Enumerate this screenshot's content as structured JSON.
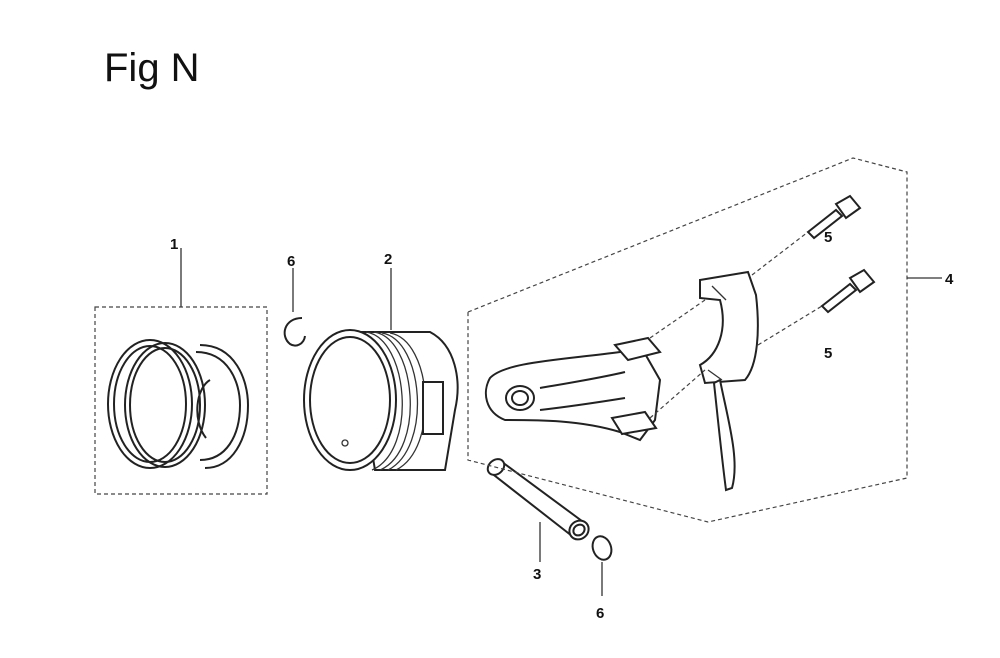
{
  "figure": {
    "title": "Fig N"
  },
  "callouts": {
    "piston_ring_set": "1",
    "piston": "2",
    "piston_pin": "3",
    "connecting_rod": "4",
    "rod_bolt_upper": "5",
    "rod_bolt_lower": "5",
    "pin_clip_upper": "6",
    "pin_clip_lower": "6"
  }
}
